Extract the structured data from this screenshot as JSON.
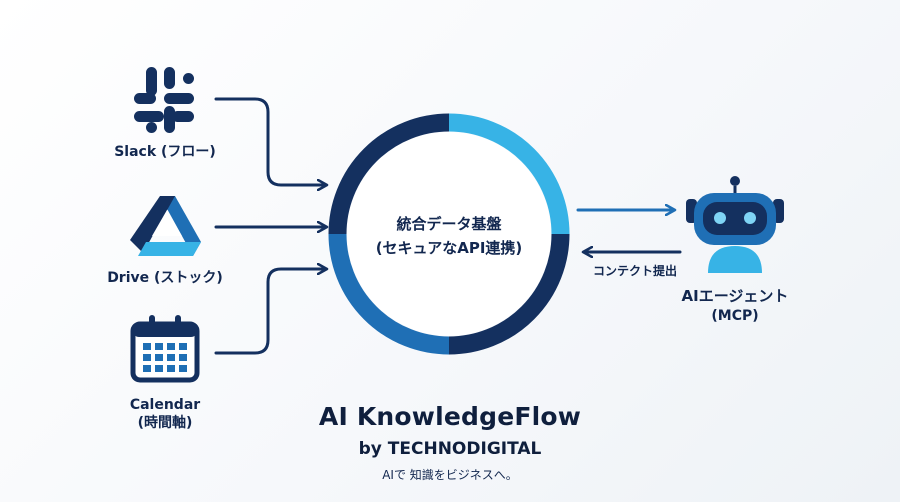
{
  "sources": [
    {
      "label": "Slack (フロー)",
      "icon": "slack-icon"
    },
    {
      "label": "Drive (ストック)",
      "icon": "drive-icon"
    },
    {
      "label": "Calendar",
      "sublabel": "(時間軸)",
      "icon": "calendar-icon"
    }
  ],
  "hub": {
    "line1": "統合データ基盤",
    "line2": "(セキュアなAPI連携)"
  },
  "agent": {
    "line1": "AIエージェント",
    "line2": "(MCP)",
    "icon": "robot-icon"
  },
  "context_label": "コンテクト提出",
  "brand": {
    "title": "AI KnowledgeFlow",
    "subtitle": "by TECHNODIGITAL",
    "tagline": "AIで 知識をビジネスへ。"
  },
  "colors": {
    "navy": "#14305f",
    "blue": "#1f6fb5",
    "cyan": "#37b3e6",
    "ring_light": "#2b8fd0"
  }
}
